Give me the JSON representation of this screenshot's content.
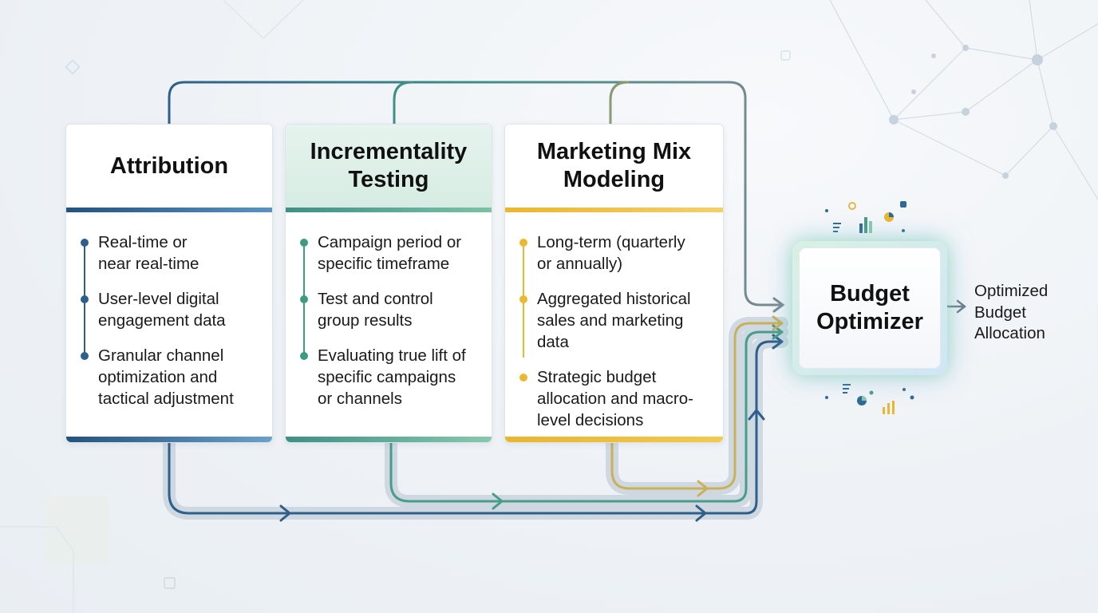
{
  "cards": [
    {
      "title": "Attribution",
      "items": [
        "Real-time or\nnear real-time",
        "User-level digital\nengagement data",
        "Granular channel\noptimization and\ntactical adjustment"
      ]
    },
    {
      "title": "Incrementality\nTesting",
      "items": [
        "Campaign period or\nspecific timeframe",
        "Test and control\ngroup results",
        "Evaluating true lift of\nspecific campaigns\nor channels"
      ]
    },
    {
      "title": "Marketing Mix\nModeling",
      "items": [
        "Long-term (quarterly\nor annually)",
        "Aggregated historical\nsales and marketing data",
        "Strategic budget\nallocation and macro-\nlevel decisions"
      ]
    }
  ],
  "optimizer": {
    "title": "Budget\nOptimizer"
  },
  "output": {
    "label": "Optimized\nBudget\nAllocation"
  },
  "colors": {
    "attribution": "#2d5f8a",
    "incrementality": "#3f9a82",
    "mmm": "#ebb832",
    "connector_gray": "#7d8a92"
  }
}
